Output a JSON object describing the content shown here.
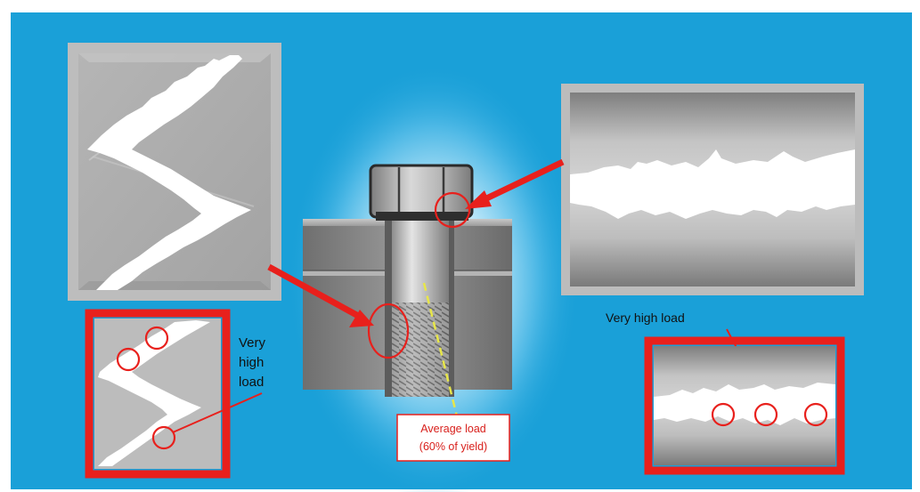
{
  "labels": {
    "left_callout": [
      "Very",
      "high",
      "load"
    ],
    "right_callout": "Very high load",
    "average_box": [
      "Average load",
      "(60% of yield)"
    ]
  },
  "colors": {
    "background": "#1aa0d8",
    "glow": "#e8f7ff",
    "panel_gray": "#a9a9a9",
    "highlight_red": "#e8201c",
    "crack_white": "#ffffff",
    "centerline_yellow": "#e7e64a"
  }
}
